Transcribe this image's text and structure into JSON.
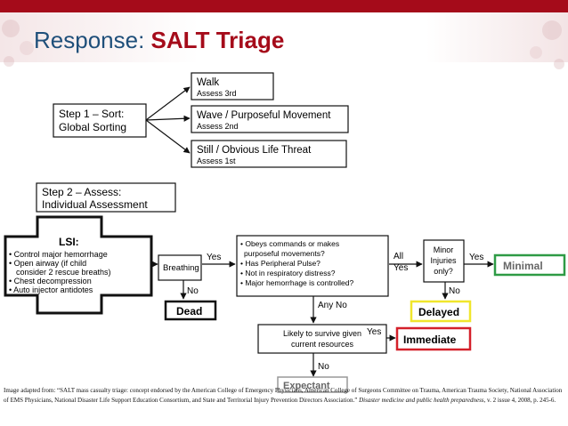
{
  "slide": {
    "title_prefix": "Response: ",
    "title_emphasis": "SALT Triage",
    "colors": {
      "accent": "#a50b1a",
      "title": "#1f4f7a",
      "minimal": "#2e9b45",
      "delayed": "#f0e62c",
      "immediate": "#d4202a"
    }
  },
  "diagram": {
    "step1": {
      "line1": "Step 1 – Sort:",
      "line2": "Global Sorting"
    },
    "sort_boxes": [
      {
        "title": "Walk",
        "sub": "Assess 3rd"
      },
      {
        "title": "Wave / Purposeful Movement",
        "sub": "Assess 2nd"
      },
      {
        "title": "Still / Obvious Life Threat",
        "sub": "Assess 1st"
      }
    ],
    "step2": {
      "line1": "Step 2 – Assess:",
      "line2": "Individual Assessment"
    },
    "lsi": {
      "title": "LSI:",
      "items": [
        "• Control major hemorrhage",
        "• Open airway (if child",
        "  consider 2 rescue breaths)",
        "• Chest decompression",
        "• Auto injector antidotes"
      ]
    },
    "breathing": "Breathing",
    "questions": [
      "• Obeys commands or makes",
      "  purposeful movements?",
      "• Has Peripheral Pulse?",
      "• Not in respiratory distress?",
      "• Major hemorrhage is controlled?"
    ],
    "minor_injuries": [
      "Minor",
      "Injuries",
      "only?"
    ],
    "likely_survive": [
      "Likely to survive given",
      "current resources"
    ],
    "outcomes": {
      "dead": "Dead",
      "minimal": "Minimal",
      "delayed": "Delayed",
      "immediate": "Immediate",
      "expectant": "Expectant"
    },
    "labels": {
      "yes": "Yes",
      "no": "No",
      "all": "All",
      "any_no": "Any No"
    }
  },
  "caption": {
    "text": "Image adapted from: “SALT mass casualty triage: concept endorsed by the American College of Emergency Physicians, American College of Surgeons Committee on Trauma, American Trauma Society, National Association of EMS Physicians, National Disaster Life Support Education Consortium, and State and Territorial Injury Prevention Directors Association.” ",
    "journal": "Disaster medicine and public health preparedness",
    "tail": ", v. 2 issue 4, 2008, p. 245-6."
  }
}
